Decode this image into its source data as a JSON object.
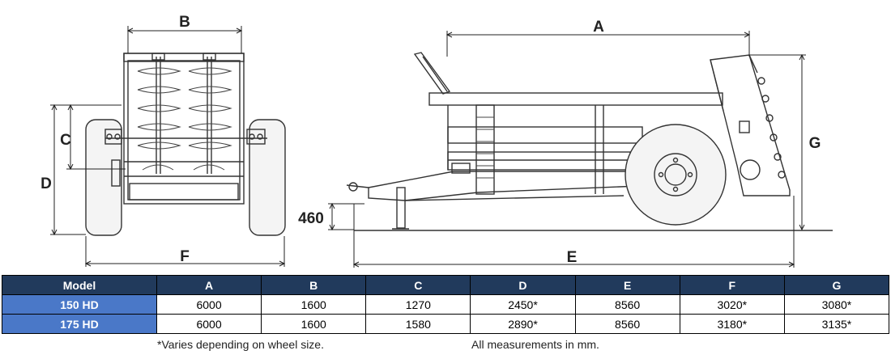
{
  "drawing": {
    "labels": {
      "A": "A",
      "B": "B",
      "C": "C",
      "D": "D",
      "E": "E",
      "F": "F",
      "G": "G",
      "hitch_height": "460"
    }
  },
  "table": {
    "header": [
      "Model",
      "A",
      "B",
      "C",
      "D",
      "E",
      "F",
      "G"
    ],
    "rows": [
      [
        "150 HD",
        "6000",
        "1600",
        "1270",
        "2450*",
        "8560",
        "3020*",
        "3080*"
      ],
      [
        "175 HD",
        "6000",
        "1600",
        "1580",
        "2890*",
        "8560",
        "3180*",
        "3135*"
      ]
    ],
    "colors": {
      "header_bg": "#213a5c",
      "model_bg": "#4a78c8"
    }
  },
  "notes": {
    "wheel_note": "*Varies depending on wheel size.",
    "units_note": "All measurements in mm."
  }
}
